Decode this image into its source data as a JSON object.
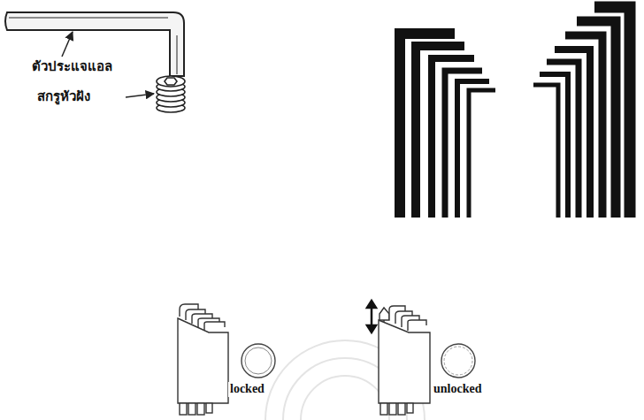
{
  "diagram": {
    "labels": [
      "ตัวประแจแอล",
      "สกรูหัวฝัง",
      "locked",
      "unlocked"
    ]
  }
}
